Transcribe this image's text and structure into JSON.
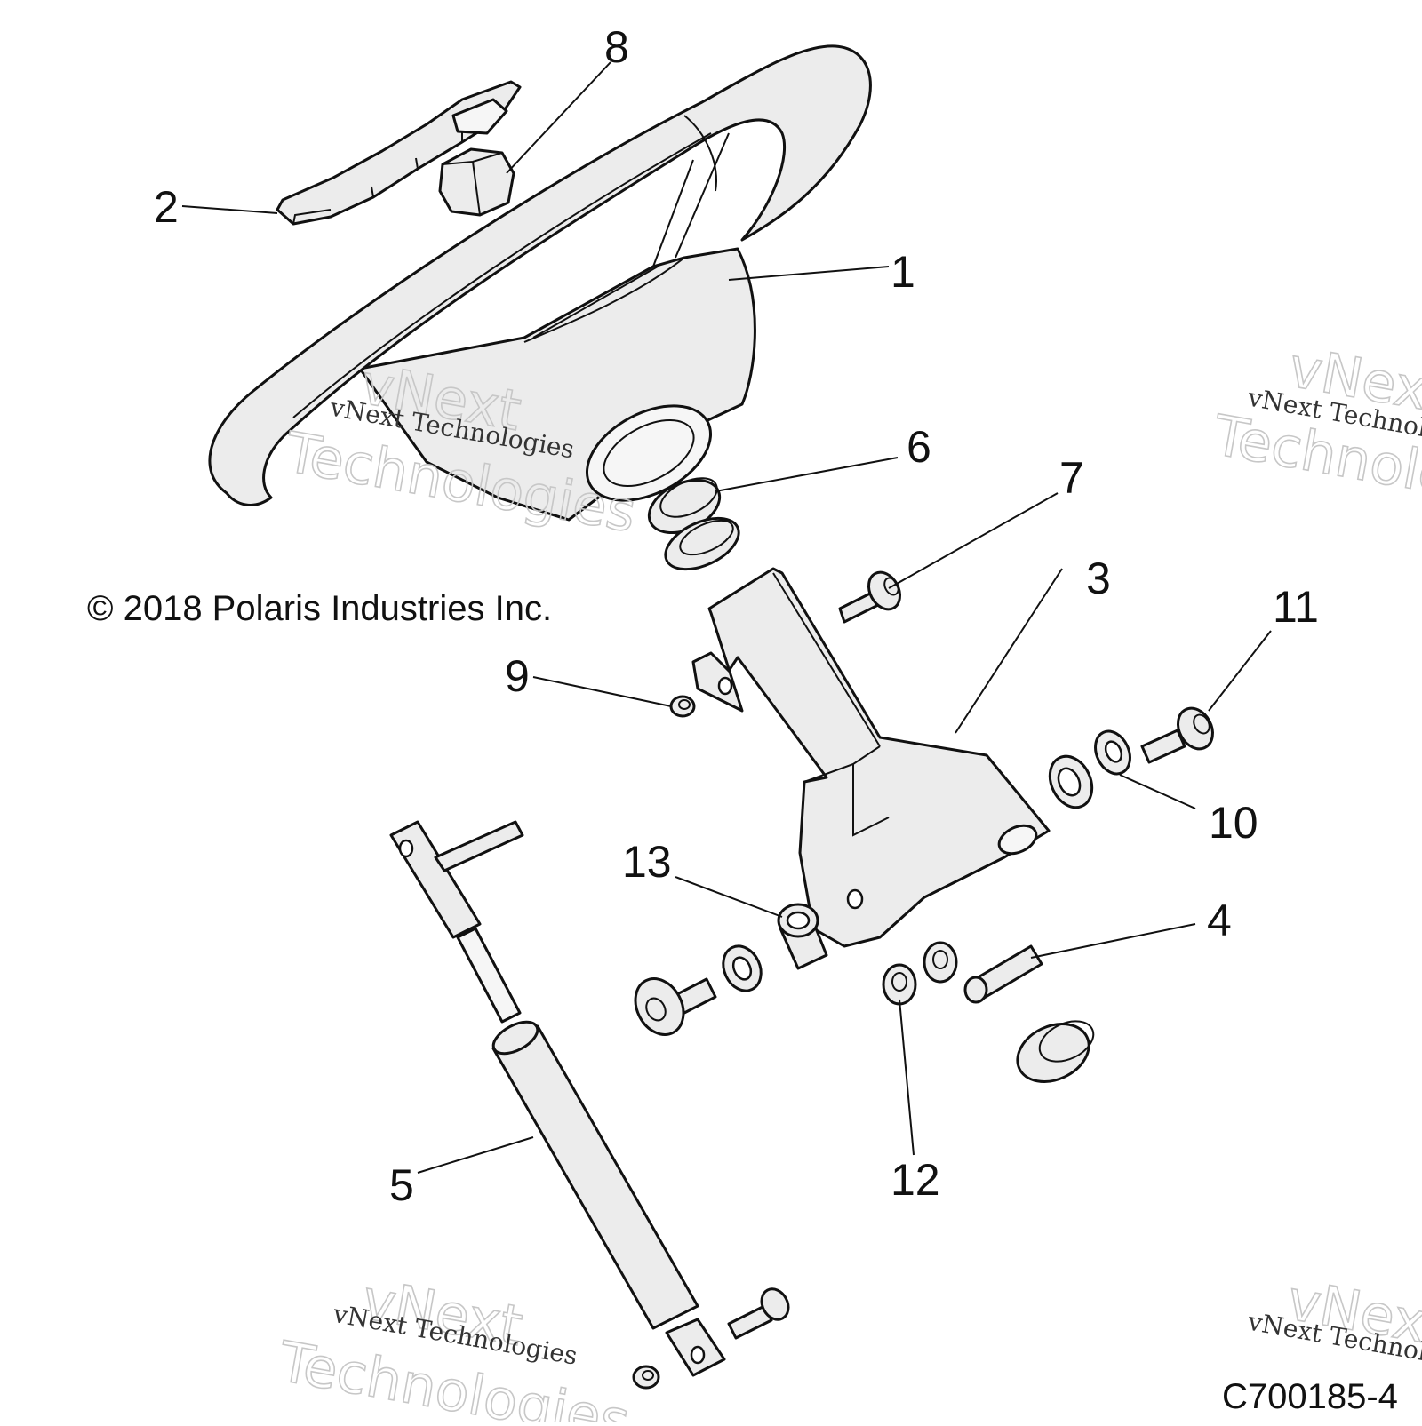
{
  "diagram": {
    "copyright": "© 2018 Polaris Industries Inc.",
    "drawing_code": "C700185-4",
    "callouts": {
      "c1": "1",
      "c2": "2",
      "c3": "3",
      "c4": "4",
      "c5": "5",
      "c6": "6",
      "c7": "7",
      "c8": "8",
      "c9": "9",
      "c10": "10",
      "c11": "11",
      "c12": "12",
      "c13": "13"
    },
    "watermark": {
      "small": "vNext Technologies",
      "big_line1": "vNext",
      "big_line2": "Technologies"
    }
  }
}
